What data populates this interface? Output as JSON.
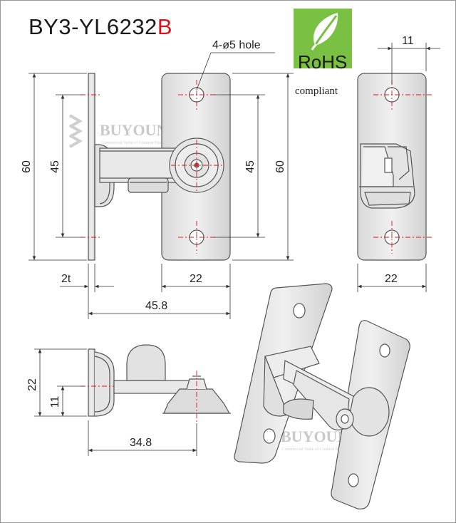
{
  "title": {
    "model": "BY3-YL6232",
    "suffix": "B"
  },
  "rohs": {
    "label": "RoHS",
    "caption": "compliant",
    "color": "#7ac143",
    "icon": "leaf-icon"
  },
  "callout": {
    "holes": "4-ø5 hole"
  },
  "dimensions": {
    "side_height": "60",
    "side_hole_pitch": "45",
    "front_hole_pitch": "45",
    "front_height": "60",
    "right_offset": "11",
    "thickness": "2t",
    "front_width": "22",
    "overall_width": "45.8",
    "right_width": "22",
    "bottom_height": "22",
    "bottom_axis": "11",
    "bottom_length": "34.8"
  },
  "watermark": {
    "brand": "BUYOUNG",
    "tagline": "Commercial Value of Creation Energy"
  },
  "colors": {
    "line": "#555555",
    "part_fill": "#e4e4e4",
    "centerline": "#e0101a"
  }
}
